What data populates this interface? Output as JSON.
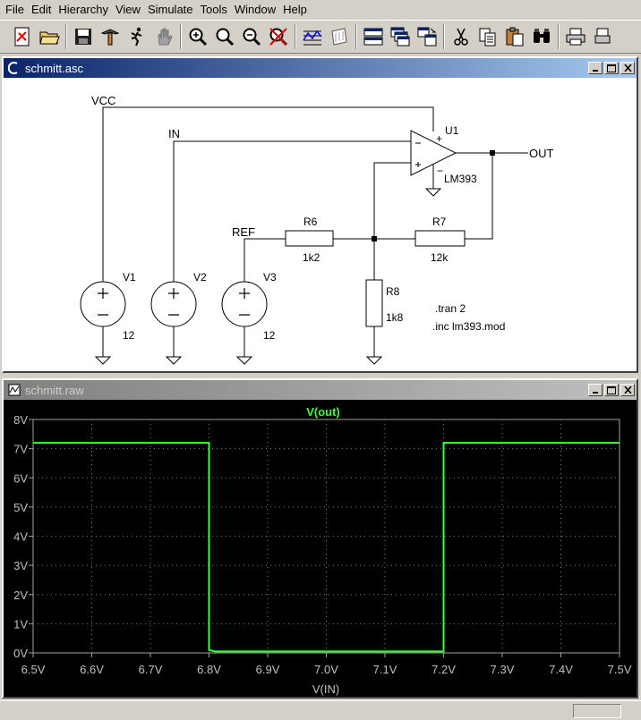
{
  "menu": [
    {
      "id": "file",
      "label": "File"
    },
    {
      "id": "edit",
      "label": "Edit"
    },
    {
      "id": "hierarchy",
      "label": "Hierarchy"
    },
    {
      "id": "view",
      "label": "View"
    },
    {
      "id": "simulate",
      "label": "Simulate"
    },
    {
      "id": "tools",
      "label": "Tools"
    },
    {
      "id": "window",
      "label": "Window"
    },
    {
      "id": "help",
      "label": "Help"
    }
  ],
  "toolbar": {
    "icons": [
      "new-schematic-icon",
      "open-folder-icon",
      "save-icon",
      "control-panel-icon",
      "run-icon",
      "halt-hand-icon",
      "zoom-in-icon",
      "pan-icon",
      "zoom-out-icon",
      "zoom-fit-icon",
      "autorange-icon",
      "view-fft-icon",
      "tile-horizontal-icon",
      "cascade-icon",
      "tile-vertical-icon",
      "cut-icon",
      "copy-icon",
      "paste-icon",
      "find-icon",
      "print-icon",
      "print-setup-icon"
    ]
  },
  "schematic_window": {
    "title": "schmitt.asc",
    "labels": {
      "vcc": "VCC",
      "in": "IN",
      "ref": "REF",
      "out": "OUT",
      "u1": "U1",
      "lm393": "LM393",
      "plus": "+",
      "minus": "−",
      "v1": "V1",
      "v1_val": "12",
      "v2": "V2",
      "v3": "V3",
      "v3_val": "12",
      "r6": "R6",
      "r6_val": "1k2",
      "r7": "R7",
      "r7_val": "12k",
      "r8": "R8",
      "r8_val": "1k8",
      "tran": ".tran 2",
      "inc": ".inc lm393.mod"
    }
  },
  "plot_window": {
    "title": "schmitt.raw"
  },
  "chart_data": {
    "type": "line",
    "title": "V(out)",
    "xlabel": "V(IN)",
    "ylabel": "",
    "xlim": [
      6.5,
      7.5
    ],
    "ylim": [
      0,
      8
    ],
    "x_ticks": [
      "6.5V",
      "6.6V",
      "6.7V",
      "6.8V",
      "6.9V",
      "7.0V",
      "7.1V",
      "7.2V",
      "7.3V",
      "7.4V",
      "7.5V"
    ],
    "y_ticks": [
      "0V",
      "1V",
      "2V",
      "3V",
      "4V",
      "5V",
      "6V",
      "7V",
      "8V"
    ],
    "grid": true,
    "series": [
      {
        "name": "V(out)",
        "color": "#3cff3c",
        "x": [
          6.5,
          6.8,
          6.8,
          6.81,
          7.2,
          7.2,
          7.5
        ],
        "y": [
          7.2,
          7.2,
          0.1,
          0.05,
          0.05,
          7.2,
          7.2
        ]
      }
    ]
  },
  "colors": {
    "title_active": "#0a246a",
    "plot_bg": "#000000",
    "trace": "#3cff3c",
    "grid": "#808080"
  }
}
